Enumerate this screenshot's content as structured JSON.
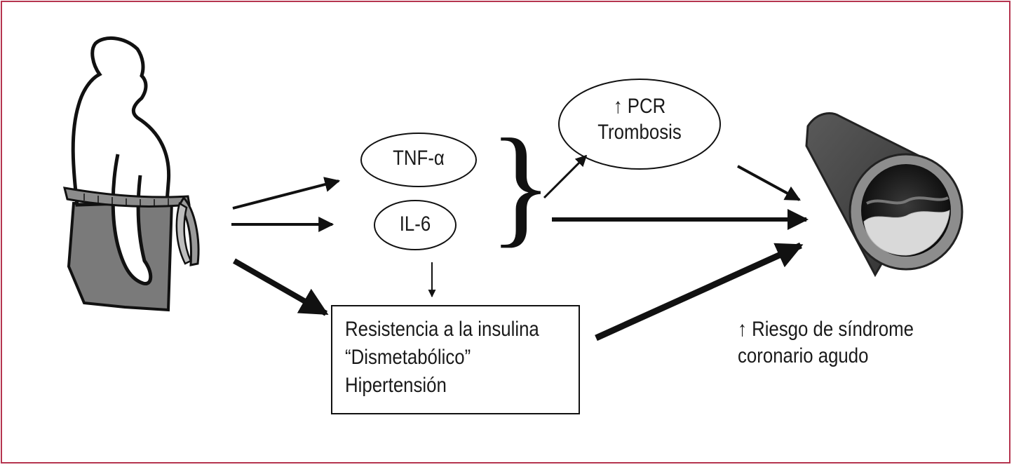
{
  "frame": {
    "border_color": "#b5344f"
  },
  "nodes": {
    "tnf": {
      "label": "TNF-α"
    },
    "il6": {
      "label": "IL-6"
    },
    "pcr": {
      "line1": "↑ PCR",
      "line2": "Trombosis"
    },
    "resistance": {
      "line1": "Resistencia a la insulina",
      "line2": "“Dismetabólico”",
      "line3": "Hipertensión"
    },
    "risk": {
      "line1": "↑ Riesgo de síndrome",
      "line2": "coronario agudo"
    }
  },
  "icons": {
    "person": "obese-person-with-measuring-tape-icon",
    "artery": "artery-cross-section-icon"
  }
}
